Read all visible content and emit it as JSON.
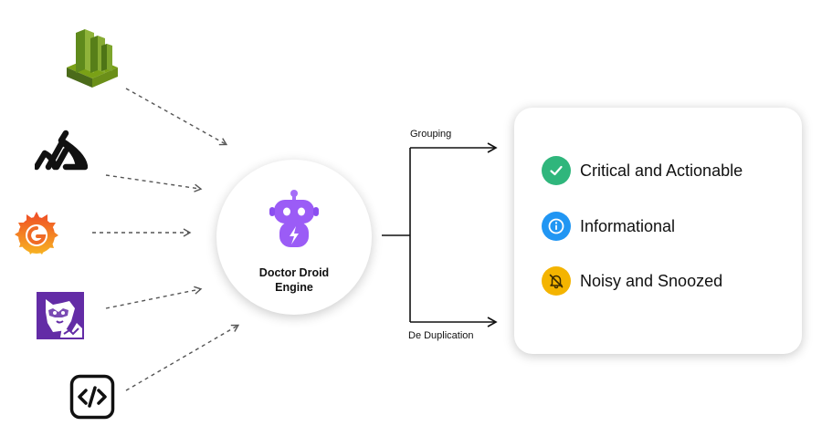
{
  "sources": [
    {
      "icon": "aws-cloudwatch-icon"
    },
    {
      "icon": "sentry-icon"
    },
    {
      "icon": "grafana-icon"
    },
    {
      "icon": "datadog-icon"
    },
    {
      "icon": "code-icon"
    }
  ],
  "engine": {
    "title_line1": "Doctor Droid",
    "title_line2": "Engine",
    "icon": "robot-icon",
    "accent": "#9b5cf6"
  },
  "branches": {
    "top_label": "Grouping",
    "bottom_label": "De Duplication"
  },
  "outputs": [
    {
      "label": "Critical and Actionable",
      "icon": "check-icon",
      "color": "#2fb67c"
    },
    {
      "label": "Informational",
      "icon": "info-icon",
      "color": "#2196f3"
    },
    {
      "label": "Noisy and Snoozed",
      "icon": "bell-off-icon",
      "color": "#f4b400"
    }
  ]
}
